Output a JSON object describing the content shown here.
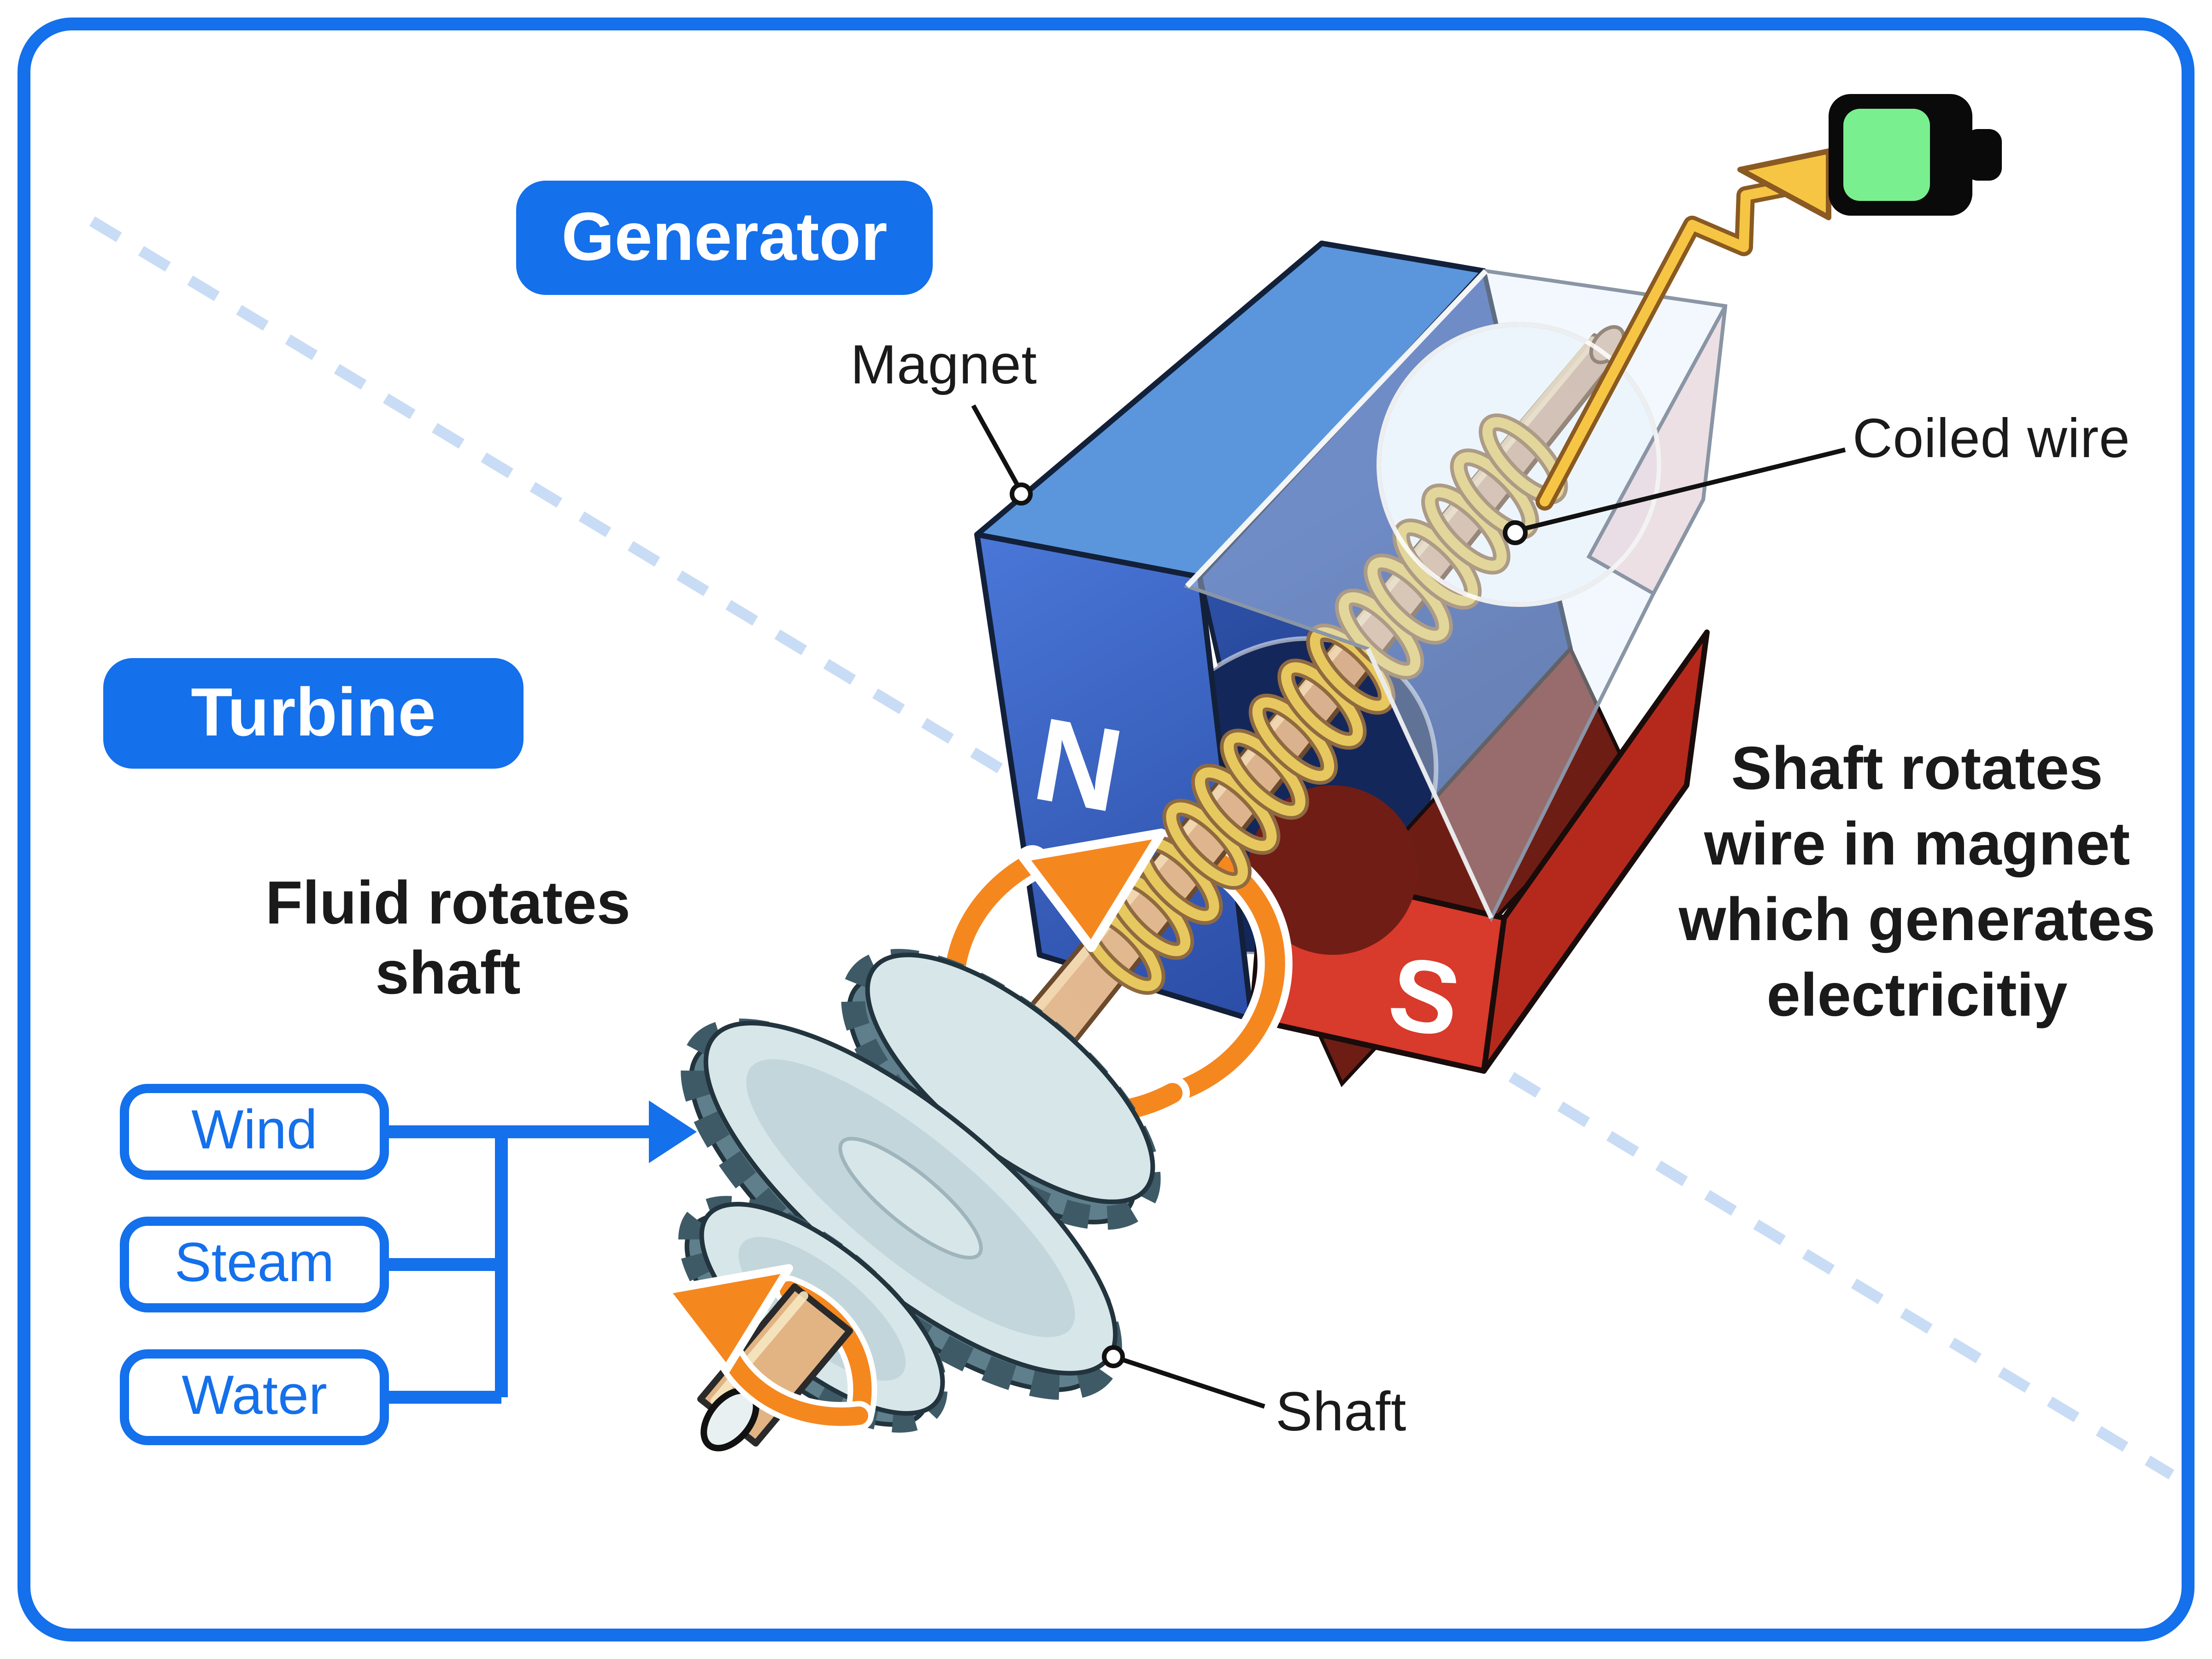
{
  "title": "Turbine and generator electricity diagram",
  "badges": {
    "generator": "Generator",
    "turbine": "Turbine"
  },
  "callouts": {
    "magnet": "Magnet",
    "coiled_wire": "Coiled wire",
    "shaft": "Shaft"
  },
  "captions": {
    "fluid": "Fluid rotates shaft",
    "explanation": "Shaft rotates\nwire in magnet\nwhich generates\nelectricitiy"
  },
  "magnet_poles": {
    "north": "N",
    "south": "S"
  },
  "fluid_sources": [
    {
      "label": "Wind"
    },
    {
      "label": "Steam"
    },
    {
      "label": "Water"
    }
  ],
  "icons": [
    {
      "name": "battery-icon",
      "meaning": "charged battery (electricity output)"
    },
    {
      "name": "lightning-wire-icon",
      "meaning": "electric current to battery"
    },
    {
      "name": "rotation-arrow-icon",
      "meaning": "shaft rotation direction"
    },
    {
      "name": "flow-arrow-icon",
      "meaning": "fluid flow into turbine"
    }
  ],
  "colors": {
    "accent_blue": "#1470EB",
    "dashed_guide": "#C9DCF5",
    "orange_arrow": "#F5871F",
    "magnet_blue_top": "#5B96DC",
    "magnet_blue_front": "#3A60C2",
    "magnet_bore_navy": "#14275A",
    "magnet_red_front": "#D83A2B",
    "magnet_red_side": "#B5291D",
    "magnet_red_inner": "#6E1D15",
    "coil_gold": "#E7C85F",
    "coil_outline": "#8F6A40",
    "shaft_tan": "#E2B483",
    "turbine_light": "#D7E6E9",
    "turbine_dark": "#5E7F8B",
    "battery_green": "#79EF8F",
    "battery_black": "#0A0A0A",
    "text": "#1A1A1A"
  }
}
